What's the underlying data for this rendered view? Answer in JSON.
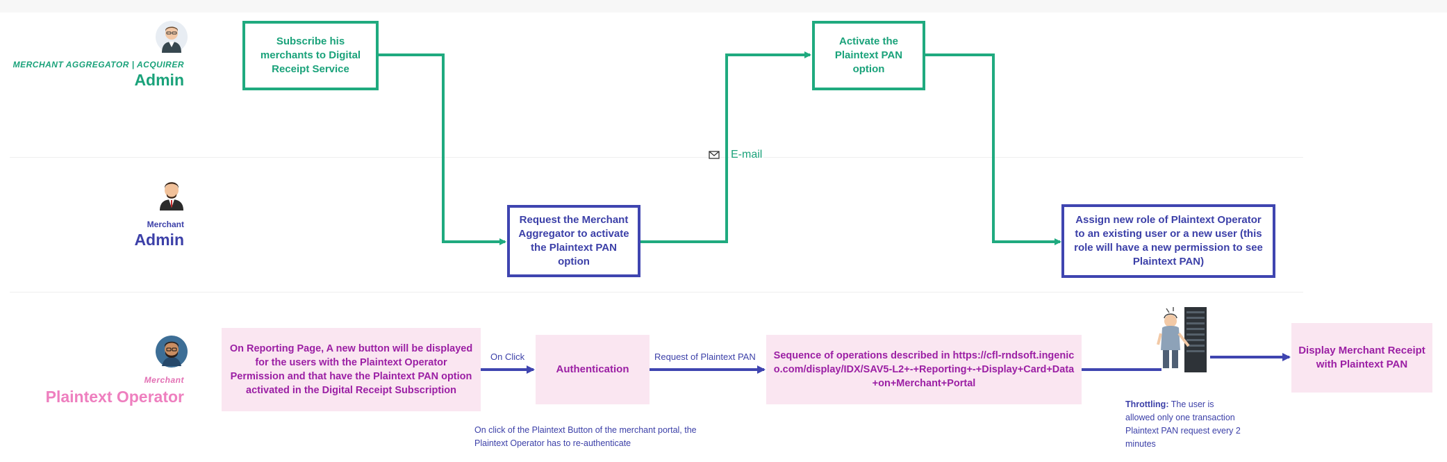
{
  "lanes": {
    "acquirer": {
      "subtitle": "MERCHANT AGGREGATOR | ACQUIRER",
      "title": "Admin",
      "color": "#1aa27a"
    },
    "merchant": {
      "subtitle": "Merchant",
      "title": "Admin",
      "color": "#3c40a8"
    },
    "operator": {
      "subtitle": "Merchant",
      "title": "Plaintext Operator",
      "subtitle_color": "#e26fb3",
      "title_color": "#ee7fbf"
    }
  },
  "boxes": {
    "subscribe": "Subscribe his merchants to Digital Receipt Service",
    "activate": "Activate the Plaintext PAN option",
    "request": "Request the Merchant Aggregator to activate the Plaintext PAN option",
    "assign": "Assign new role of Plaintext Operator to an existing user or a new user (this role will have a new permission to see Plaintext PAN)",
    "reporting": "On Reporting Page, A new button will be displayed for the users with the Plaintext Operator Permission and that have the Plaintext PAN option activated in the Digital Receipt Subscription",
    "authentication": "Authentication",
    "sequence": "Sequence of operations described in https://cfl-rndsoft.ingenico.com/display/IDX/SAV5-L2+-+Reporting+-+Display+Card+Data+on+Merchant+Portal",
    "display": "Display Merchant Receipt with Plaintext PAN"
  },
  "connectors": {
    "email": "E-mail",
    "on_click": "On Click",
    "request_pan": "Request of Plaintext PAN"
  },
  "notes": {
    "reauth": "On click of the Plaintext Button of the merchant portal, the Plaintext Operator has to re-authenticate",
    "throttling_label": "Throttling:",
    "throttling_text": " The user is allowed only one transaction Plaintext PAN request every 2 minutes"
  },
  "icons": [
    "admin-avatar-icon",
    "merchant-avatar-icon",
    "operator-avatar-icon",
    "envelope-icon",
    "server-person-icon"
  ],
  "colors": {
    "green": "#1faa7f",
    "blue": "#3f45b0",
    "pink_fill": "#fae6f1",
    "purple_text": "#9b1fa4"
  }
}
